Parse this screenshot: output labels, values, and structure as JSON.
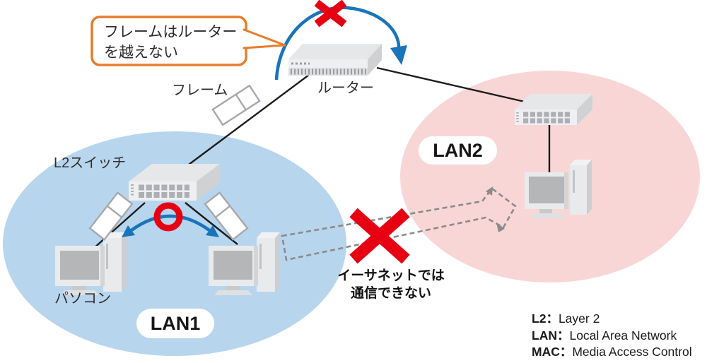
{
  "callout": {
    "line1": "フレームはルーター",
    "line2": "を越えない"
  },
  "labels": {
    "frame": "フレーム",
    "router": "ルーター",
    "l2switch": "L2スイッチ",
    "pc": "パソコン",
    "lan1": "LAN1",
    "lan2": "LAN2",
    "ethernet_line1": "イーサネットでは",
    "ethernet_line2": "通信できない"
  },
  "legend": {
    "items": [
      {
        "term": "L2",
        "sep": "：",
        "def": "Layer 2"
      },
      {
        "term": "LAN",
        "sep": "：",
        "def": "Local Area Network"
      },
      {
        "term": "MAC",
        "sep": "：",
        "def": "Media Access Control"
      }
    ]
  },
  "icons": {
    "router-icon": "3d gray rack box with vent strip",
    "l2-switch-icon": "3d gray box with two port rows",
    "lan2-switch-icon": "3d gray box with two port rows",
    "pc-icon": "monitor with tower",
    "frame-icon": "white tilted two-cell frame rectangle",
    "cross-icon": "red X prohibition mark",
    "no-entry-ring-icon": "red circle ring",
    "router-bypass-arc-icon": "blue arc arrow over router",
    "switch-arc-arrow-icon": "blue double-headed arc under switch",
    "blocked-path-arrow-icon": "gray dashed block arrow"
  },
  "colors": {
    "lan1_fill": "#b8d5ee",
    "lan2_fill": "#f9d6d6",
    "arrow_blue": "#1a74ba",
    "cross_red": "#e60012",
    "callout_orange": "#e87c2d",
    "dashed_gray": "#8b8b8b",
    "device_gray": "#e9eaec"
  }
}
